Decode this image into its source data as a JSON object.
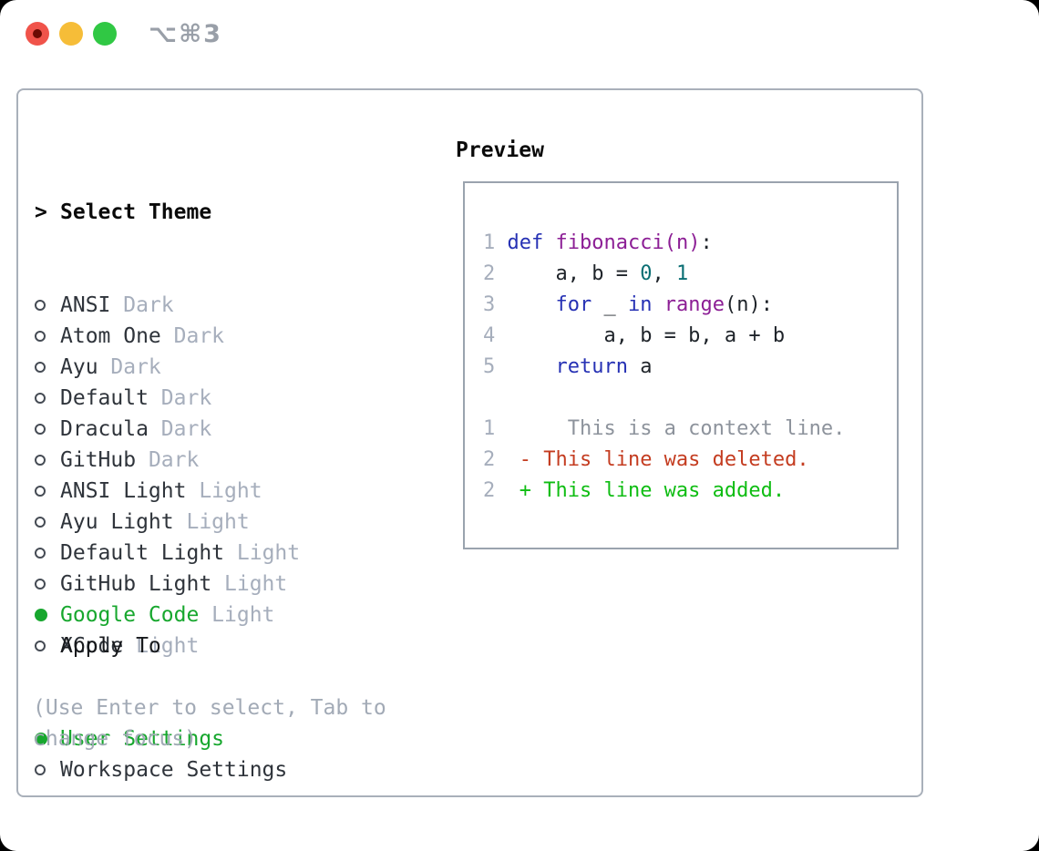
{
  "titlebar": {
    "title": "⌥⌘3"
  },
  "palette": {
    "traffic_red": "#f0534a",
    "traffic_yellow": "#f6bd38",
    "traffic_green": "#30c844",
    "selected_green": "#17a72e",
    "muted_gray": "#a6aebc",
    "panel_border": "#a9b0ba",
    "preview_border": "#9aa3ae",
    "keyword_blue": "#2631b4",
    "function_purple": "#8c1e95",
    "number_teal": "#0a6e73",
    "deleted_red": "#c43c20",
    "added_green": "#0fbd13",
    "context_gray": "#8d939c",
    "text_dark": "#2f343b"
  },
  "sidebar": {
    "header": {
      "marker": ">",
      "label": "Select Theme"
    },
    "themes": [
      {
        "name": "ANSI",
        "variant": "Dark",
        "selected": false
      },
      {
        "name": "Atom One",
        "variant": "Dark",
        "selected": false
      },
      {
        "name": "Ayu",
        "variant": "Dark",
        "selected": false
      },
      {
        "name": "Default",
        "variant": "Dark",
        "selected": false
      },
      {
        "name": "Dracula",
        "variant": "Dark",
        "selected": false
      },
      {
        "name": "GitHub",
        "variant": "Dark",
        "selected": false
      },
      {
        "name": "ANSI Light",
        "variant": "Light",
        "selected": false
      },
      {
        "name": "Ayu Light",
        "variant": "Light",
        "selected": false
      },
      {
        "name": "Default Light",
        "variant": "Light",
        "selected": false
      },
      {
        "name": "GitHub Light",
        "variant": "Light",
        "selected": false
      },
      {
        "name": "Google Code",
        "variant": "Light",
        "selected": true
      },
      {
        "name": "XCode",
        "variant": "Light",
        "selected": false
      }
    ],
    "apply_to": {
      "label": "Apply To",
      "options": [
        {
          "name": "User Settings",
          "selected": true
        },
        {
          "name": "Workspace Settings",
          "selected": false
        }
      ]
    },
    "hint_lines": [
      "(Use Enter to select, Tab to",
      "change focus)"
    ]
  },
  "preview": {
    "label": "Preview",
    "code_lines": [
      {
        "tokens": [
          [
            "ln",
            "1 "
          ],
          [
            "kw",
            "def"
          ],
          [
            "pl",
            " "
          ],
          [
            "fn",
            "fibonacci(n)"
          ],
          [
            "pl",
            ":"
          ]
        ]
      },
      {
        "tokens": [
          [
            "ln",
            "2 "
          ],
          [
            "pl",
            "    a, b = "
          ],
          [
            "nm",
            "0"
          ],
          [
            "pl",
            ", "
          ],
          [
            "nm",
            "1"
          ]
        ]
      },
      {
        "tokens": [
          [
            "ln",
            "3 "
          ],
          [
            "pl",
            "    "
          ],
          [
            "kw",
            "for"
          ],
          [
            "pl",
            " _ "
          ],
          [
            "kw",
            "in"
          ],
          [
            "pl",
            " "
          ],
          [
            "fn",
            "range"
          ],
          [
            "pl",
            "(n):"
          ]
        ]
      },
      {
        "tokens": [
          [
            "ln",
            "4 "
          ],
          [
            "pl",
            "        a, b = b, a + b"
          ]
        ]
      },
      {
        "tokens": [
          [
            "ln",
            "5 "
          ],
          [
            "pl",
            "    "
          ],
          [
            "kw",
            "return"
          ],
          [
            "pl",
            " a"
          ]
        ]
      },
      {
        "tokens": []
      },
      {
        "tokens": [
          [
            "ln",
            "1"
          ],
          [
            "ctx",
            "      This is a context line."
          ]
        ]
      },
      {
        "tokens": [
          [
            "ln",
            "2"
          ],
          [
            "del",
            "  - This line was deleted."
          ]
        ]
      },
      {
        "tokens": [
          [
            "ln",
            "2"
          ],
          [
            "add",
            "  + This line was added."
          ]
        ]
      }
    ]
  }
}
